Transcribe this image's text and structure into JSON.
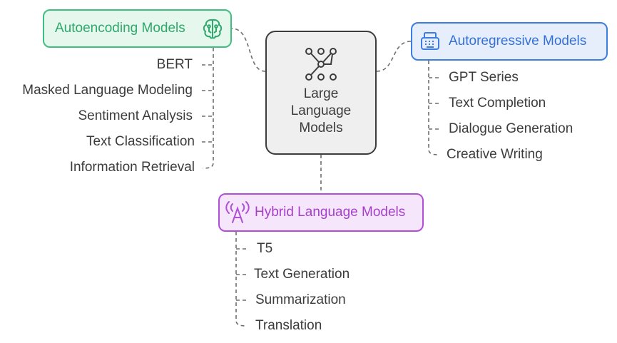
{
  "diagram": {
    "center": {
      "lines": [
        "Large",
        "Language",
        "Models"
      ],
      "icon": "network-graph-icon"
    },
    "branches": {
      "autoencoding": {
        "title": "Autoencoding Models",
        "icon": "brain-icon",
        "color": "#3fbf7f",
        "fill": "#e6f7ee",
        "items": [
          "BERT",
          "Masked Language Modeling",
          "Sentiment Analysis",
          "Text Classification",
          "Information Retrieval"
        ]
      },
      "autoregressive": {
        "title": "Autoregressive Models",
        "icon": "typewriter-icon",
        "color": "#3d7de0",
        "fill": "#e6eefc",
        "items": [
          "GPT Series",
          "Text Completion",
          "Dialogue Generation",
          "Creative Writing"
        ]
      },
      "hybrid": {
        "title": "Hybrid Language Models",
        "icon": "broadcast-a-icon",
        "color": "#b14fd6",
        "fill": "#f6e6fc",
        "items": [
          "T5",
          "Text Generation",
          "Summarization",
          "Translation"
        ]
      }
    }
  }
}
